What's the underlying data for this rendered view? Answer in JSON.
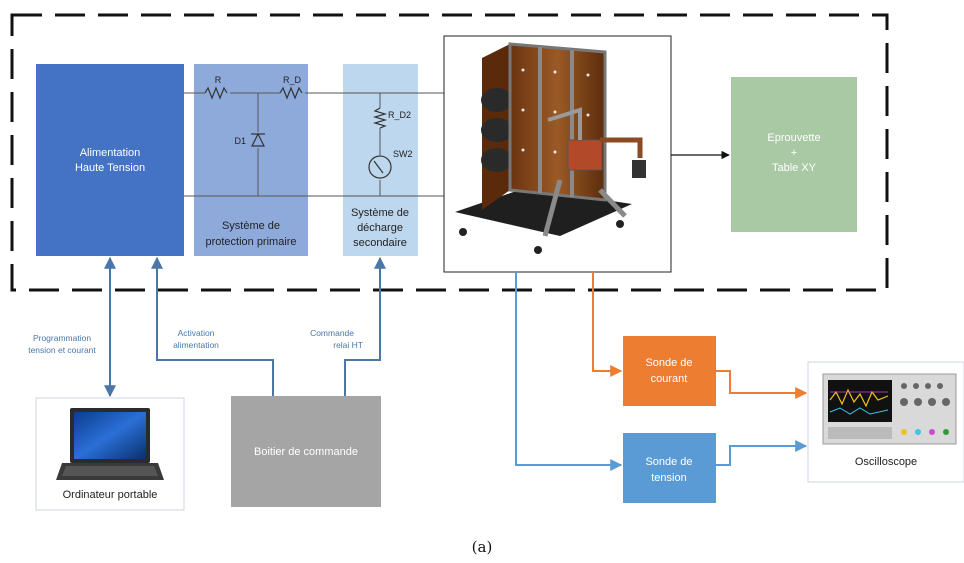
{
  "blocks": {
    "power_supply": {
      "line1": "Alimentation",
      "line2": "Haute Tension"
    },
    "protection": {
      "line1": "Système de",
      "line2": "protection primaire"
    },
    "discharge": {
      "line1": "Système de",
      "line2": "décharge",
      "line3": "secondaire"
    },
    "specimen": {
      "line1": "Eprouvette",
      "line2": "+",
      "line3": "Table XY"
    },
    "current_probe": {
      "line1": "Sonde de",
      "line2": "courant"
    },
    "voltage_probe": {
      "line1": "Sonde de",
      "line2": "tension"
    },
    "control_box": {
      "label": "Boitier de commande"
    },
    "laptop": {
      "label": "Ordinateur portable"
    },
    "oscilloscope": {
      "label": "Oscilloscope"
    }
  },
  "components": {
    "r": "R",
    "r_d": "R_D",
    "d1": "D1",
    "r_d2": "R_D2",
    "sw2": "SW2"
  },
  "links": {
    "programming": {
      "line1": "Programmation",
      "line2": "tension et courant"
    },
    "activation": {
      "line1": "Activation",
      "line2": "alimentation"
    },
    "relay": {
      "line1": "Commande",
      "line2": "relai HT"
    }
  },
  "caption": "(a)",
  "colors": {
    "power_supply": "#4472c4",
    "protection": "#8eaadb",
    "discharge": "#bdd7ee",
    "specimen": "#a9c9a4",
    "current_probe": "#ed7d31",
    "voltage_probe": "#5b9bd5",
    "control_box": "#a5a5a5",
    "blue_link": "#4a77a8",
    "orange_link": "#ed7d31",
    "light_blue_link": "#5b9bd5"
  }
}
